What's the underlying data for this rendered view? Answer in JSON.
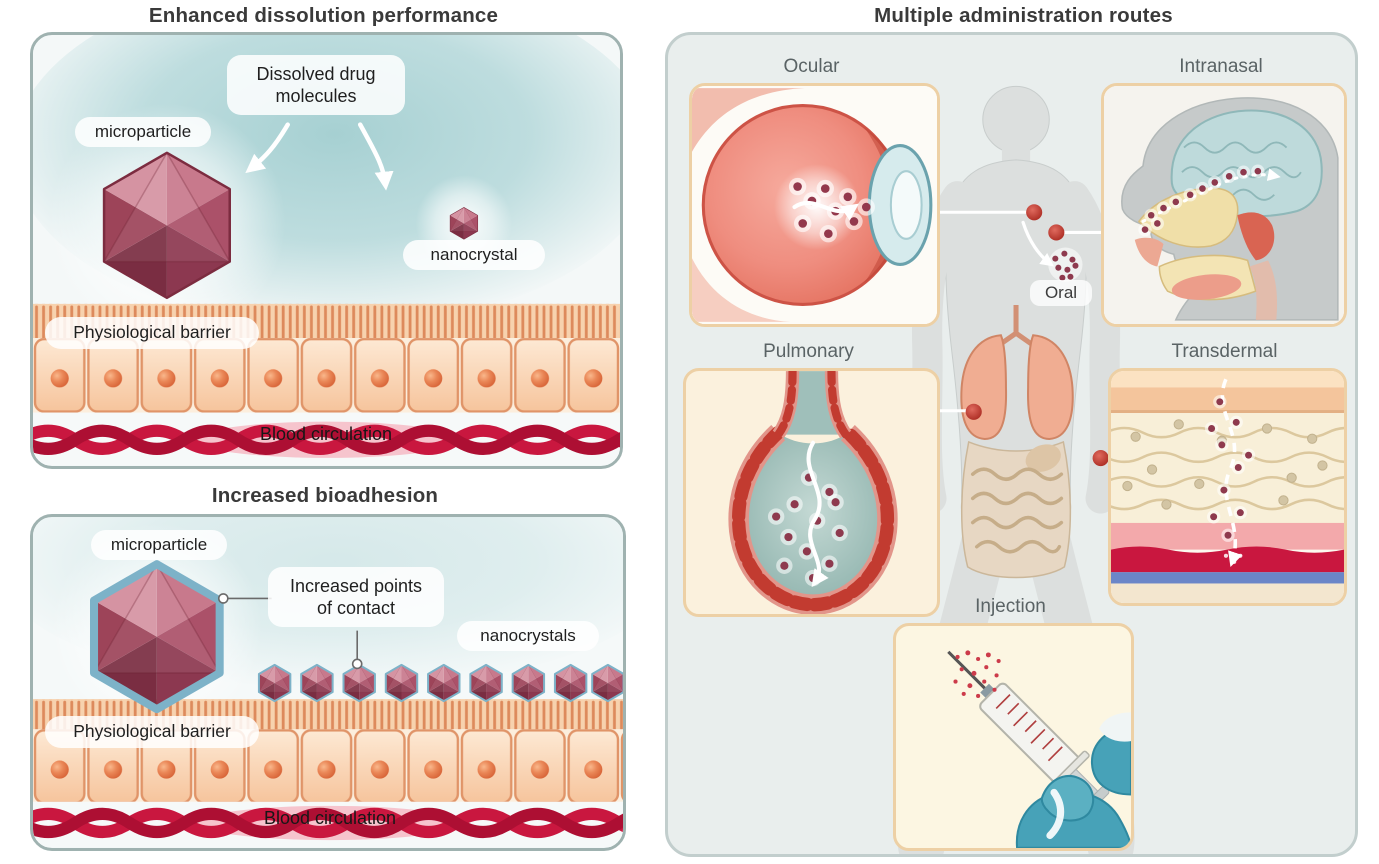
{
  "figure": {
    "dissolution": {
      "title": "Enhanced dissolution performance",
      "dissolved_label": "Dissolved drug\nmolecules",
      "microparticle_label": "microparticle",
      "nanocrystal_label": "nanocrystal",
      "barrier_label": "Physiological barrier",
      "blood_label": "Blood circulation"
    },
    "bioadhesion": {
      "title": "Increased bioadhesion",
      "microparticle_label": "microparticle",
      "contact_label": "Increased points\nof contact",
      "nanocrystals_label": "nanocrystals",
      "barrier_label": "Physiological barrier",
      "blood_label": "Blood circulation"
    },
    "routes": {
      "title": "Multiple administration routes",
      "labels": {
        "ocular": "Ocular",
        "intranasal": "Intranasal",
        "pulmonary": "Pulmonary",
        "transdermal": "Transdermal",
        "injection": "Injection",
        "oral": "Oral"
      }
    },
    "colors": {
      "blood_red": "#c9173f",
      "teal_background": "#aed4d6",
      "crystal_mauve": "#ab5169",
      "crystal_outline_blue": "#7db2c8",
      "cell_peach": "#f7d2ae",
      "glove_teal": "#47a2b8",
      "panel_border_gray": "#9fb2b0",
      "subpanel_border_tan": "#edd0a5",
      "route_label_gray": "#5a6365"
    }
  }
}
